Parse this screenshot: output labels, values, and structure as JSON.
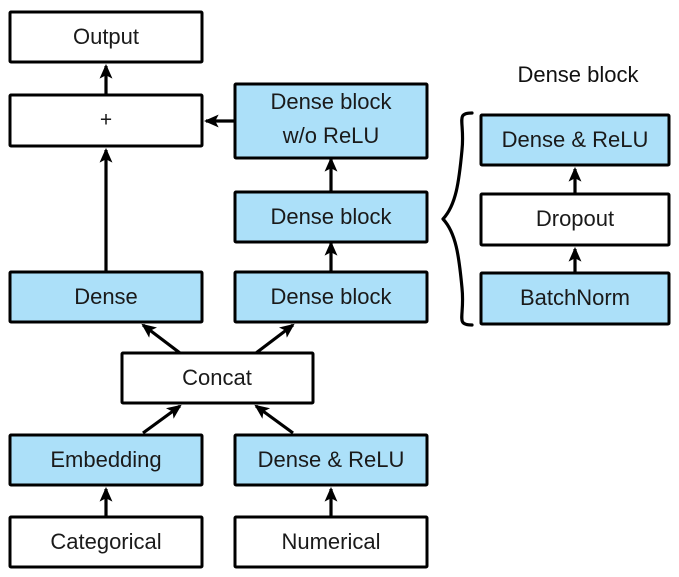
{
  "diagram": {
    "title": "Neural network architecture block diagram",
    "colors": {
      "block_fill_blue": "#ace0f9",
      "block_fill_white": "#ffffff",
      "stroke": "#000000",
      "background": "#ffffff"
    },
    "main_flow": {
      "output": "Output",
      "add": "+",
      "dense_block_wo_relu_line1": "Dense block",
      "dense_block_wo_relu_line2": "w/o ReLU",
      "dense_block_mid": "Dense block",
      "dense_block_low": "Dense block",
      "dense": "Dense",
      "concat": "Concat",
      "embedding": "Embedding",
      "dense_and_relu": "Dense & ReLU",
      "categorical": "Categorical",
      "numerical": "Numerical"
    },
    "detail_panel": {
      "title": "Dense block",
      "dense_and_relu": "Dense & ReLU",
      "dropout": "Dropout",
      "batchnorm": "BatchNorm"
    },
    "nodes": [
      {
        "id": "output",
        "label": "Output",
        "fill": "white"
      },
      {
        "id": "add",
        "label": "+",
        "fill": "white"
      },
      {
        "id": "dense-block-wo-relu",
        "label": "Dense block w/o ReLU",
        "fill": "blue"
      },
      {
        "id": "dense-block-mid",
        "label": "Dense block",
        "fill": "blue"
      },
      {
        "id": "dense-block-low",
        "label": "Dense block",
        "fill": "blue"
      },
      {
        "id": "dense",
        "label": "Dense",
        "fill": "blue"
      },
      {
        "id": "concat",
        "label": "Concat",
        "fill": "white"
      },
      {
        "id": "embedding",
        "label": "Embedding",
        "fill": "blue"
      },
      {
        "id": "dense-relu",
        "label": "Dense & ReLU",
        "fill": "blue"
      },
      {
        "id": "categorical",
        "label": "Categorical",
        "fill": "white"
      },
      {
        "id": "numerical",
        "label": "Numerical",
        "fill": "white"
      },
      {
        "id": "panel-dense-relu",
        "label": "Dense & ReLU",
        "fill": "blue"
      },
      {
        "id": "panel-dropout",
        "label": "Dropout",
        "fill": "white"
      },
      {
        "id": "panel-batchnorm",
        "label": "BatchNorm",
        "fill": "blue"
      }
    ],
    "edges": [
      {
        "from": "add",
        "to": "output"
      },
      {
        "from": "dense-block-wo-relu",
        "to": "add"
      },
      {
        "from": "dense",
        "to": "add"
      },
      {
        "from": "dense-block-mid",
        "to": "dense-block-wo-relu"
      },
      {
        "from": "dense-block-low",
        "to": "dense-block-mid"
      },
      {
        "from": "concat",
        "to": "dense"
      },
      {
        "from": "concat",
        "to": "dense-block-low"
      },
      {
        "from": "embedding",
        "to": "concat"
      },
      {
        "from": "dense-relu",
        "to": "concat"
      },
      {
        "from": "categorical",
        "to": "embedding"
      },
      {
        "from": "numerical",
        "to": "dense-relu"
      },
      {
        "from": "panel-batchnorm",
        "to": "panel-dropout"
      },
      {
        "from": "panel-dropout",
        "to": "panel-dense-relu"
      }
    ]
  }
}
